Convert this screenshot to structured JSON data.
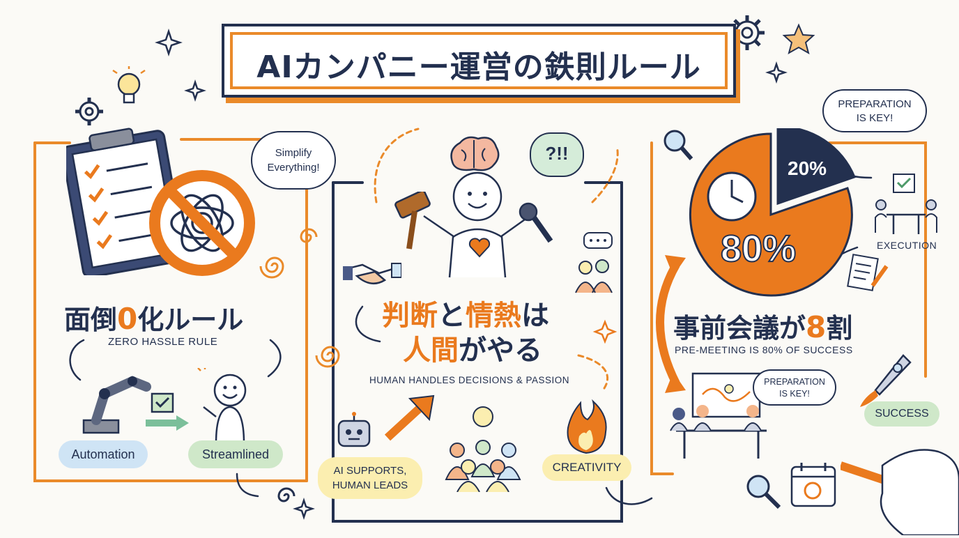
{
  "title": "AIカンパニー運営の鉄則ルール",
  "panel_left": {
    "bubble": "Simplify\nEverything!",
    "heading_pre": "面倒",
    "heading_zero": "0",
    "heading_post": "化ルール",
    "subtitle": "ZERO HASSLE RULE",
    "label_automation": "Automation",
    "label_streamlined": "Streamlined"
  },
  "panel_center": {
    "speech": "?!!",
    "heading_line1_a": "判断",
    "heading_line1_b": "と",
    "heading_line1_c": "情熱",
    "heading_line1_d": "は",
    "heading_line2_a": "人間",
    "heading_line2_b": "がやる",
    "subtitle": "HUMAN HANDLES DECISIONS & PASSION",
    "label_ai": "AI SUPPORTS,\nHUMAN LEADS",
    "label_creativity": "CREATIVITY"
  },
  "panel_right": {
    "bubble_top": "PREPARATION\nIS KEY!",
    "pie_small": "20%",
    "pie_big": "80%",
    "label_execution": "EXECUTION",
    "heading_a": "事前会議が",
    "heading_b": "8",
    "heading_c": "割",
    "subtitle": "PRE-MEETING IS 80% OF SUCCESS",
    "bubble_small": "PREPARATION\nIS KEY!",
    "label_success": "SUCCESS"
  },
  "colors": {
    "navy": "#23304f",
    "orange": "#ea7a1e",
    "green": "#cfe8c9",
    "blue": "#cfe4f5",
    "yellow": "#fbeeb0"
  },
  "icons": [
    "lightbulb-icon",
    "gear-icon",
    "clipboard-icon",
    "no-complexity-icon",
    "robot-arm-icon",
    "smiley-person-icon",
    "brain-icon",
    "gavel-icon",
    "microphone-icon",
    "handshake-icon",
    "heart-icon",
    "robot-icon",
    "group-icon",
    "fire-icon",
    "magnifier-icon",
    "clock-icon",
    "meeting-icon",
    "rocket-icon",
    "calendar-icon",
    "pen-hand-icon",
    "checklist-icon"
  ]
}
